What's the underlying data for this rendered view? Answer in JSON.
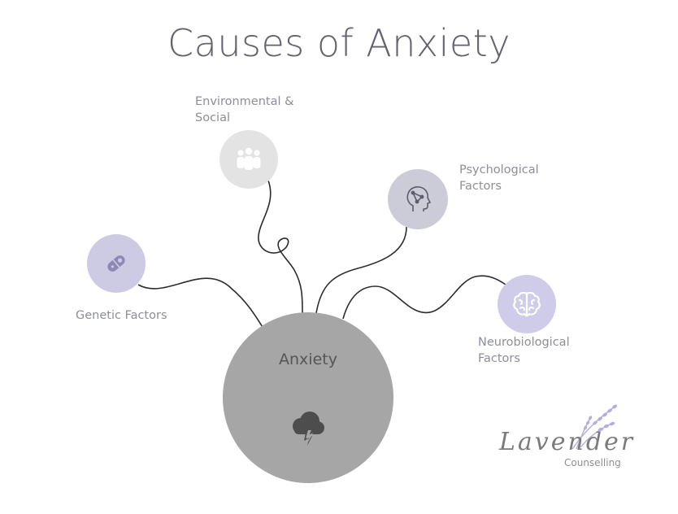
{
  "diagram": {
    "title": "Causes of Anxiety",
    "center": {
      "label": "Anxiety",
      "icon": "storm-cloud-lightning-icon",
      "color": "#a6a6a6",
      "icon_color": "#4d4d4d"
    },
    "nodes": [
      {
        "id": "genetic",
        "lines": [
          "Genetic Factors"
        ],
        "icon": "pill-capsule-icon",
        "color": "#cdcae4",
        "icon_color": "#8c87b3"
      },
      {
        "id": "environmental",
        "lines": [
          "Environmental &",
          "Social"
        ],
        "icon": "people-group-icon",
        "color": "#e3e3e4",
        "icon_color": "#ffffff"
      },
      {
        "id": "psychological",
        "lines": [
          "Psychological",
          "Factors"
        ],
        "icon": "head-brain-icon",
        "color": "#ccccd8",
        "icon_color": "#5c5c6c"
      },
      {
        "id": "neurobiological",
        "lines": [
          "Neurobiological",
          "Factors"
        ],
        "icon": "brain-icon",
        "color": "#cfccea",
        "icon_color": "#ffffff"
      }
    ],
    "connector_color": "#2b2b2b"
  },
  "logo": {
    "script": "Lavender",
    "subtitle": "Counselling",
    "sprig_color": "#b4aee0"
  }
}
